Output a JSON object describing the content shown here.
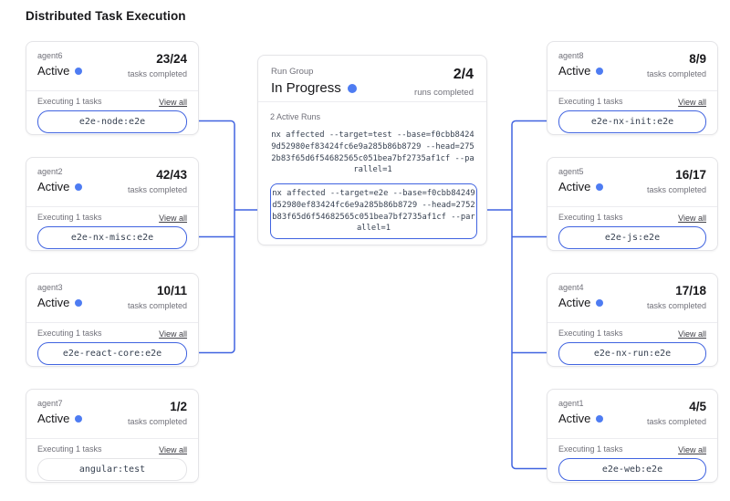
{
  "page": {
    "title": "Distributed Task Execution"
  },
  "colors": {
    "accent": "#4063e0",
    "status_dot": "#4e7cf2",
    "card_border": "#e4e4e7"
  },
  "agents_left": [
    {
      "name": "agent6",
      "status": "Active",
      "count": "23/24",
      "count_label": "tasks completed",
      "executing_label": "Executing 1 tasks",
      "view_all": "View all",
      "task": "e2e-node:e2e",
      "connected": true
    },
    {
      "name": "agent2",
      "status": "Active",
      "count": "42/43",
      "count_label": "tasks completed",
      "executing_label": "Executing 1 tasks",
      "view_all": "View all",
      "task": "e2e-nx-misc:e2e",
      "connected": true
    },
    {
      "name": "agent3",
      "status": "Active",
      "count": "10/11",
      "count_label": "tasks completed",
      "executing_label": "Executing 1 tasks",
      "view_all": "View all",
      "task": "e2e-react-core:e2e",
      "connected": true
    },
    {
      "name": "agent7",
      "status": "Active",
      "count": "1/2",
      "count_label": "tasks completed",
      "executing_label": "Executing 1 tasks",
      "view_all": "View all",
      "task": "angular:test",
      "connected": false
    }
  ],
  "agents_right": [
    {
      "name": "agent8",
      "status": "Active",
      "count": "8/9",
      "count_label": "tasks completed",
      "executing_label": "Executing 1 tasks",
      "view_all": "View all",
      "task": "e2e-nx-init:e2e",
      "connected": true
    },
    {
      "name": "agent5",
      "status": "Active",
      "count": "16/17",
      "count_label": "tasks completed",
      "executing_label": "Executing 1 tasks",
      "view_all": "View all",
      "task": "e2e-js:e2e",
      "connected": true
    },
    {
      "name": "agent4",
      "status": "Active",
      "count": "17/18",
      "count_label": "tasks completed",
      "executing_label": "Executing 1 tasks",
      "view_all": "View all",
      "task": "e2e-nx-run:e2e",
      "connected": true
    },
    {
      "name": "agent1",
      "status": "Active",
      "count": "4/5",
      "count_label": "tasks completed",
      "executing_label": "Executing 1 tasks",
      "view_all": "View all",
      "task": "e2e-web:e2e",
      "connected": true
    }
  ],
  "run_group": {
    "label": "Run Group",
    "status": "In Progress",
    "count": "2/4",
    "count_label": "runs completed",
    "active_runs_label": "2 Active Runs",
    "runs": [
      {
        "command": "nx affected --target=test --base=f0cbb84249d52980ef83424fc6e9a285b86b8729 --head=2752b83f65d6f54682565c051bea7bf2735af1cf --parallel=1",
        "highlighted": false
      },
      {
        "command": "nx affected --target=e2e --base=f0cbb84249d52980ef83424fc6e9a285b86b8729 --head=2752b83f65d6f54682565c051bea7bf2735af1cf --parallel=1",
        "highlighted": true
      }
    ]
  }
}
